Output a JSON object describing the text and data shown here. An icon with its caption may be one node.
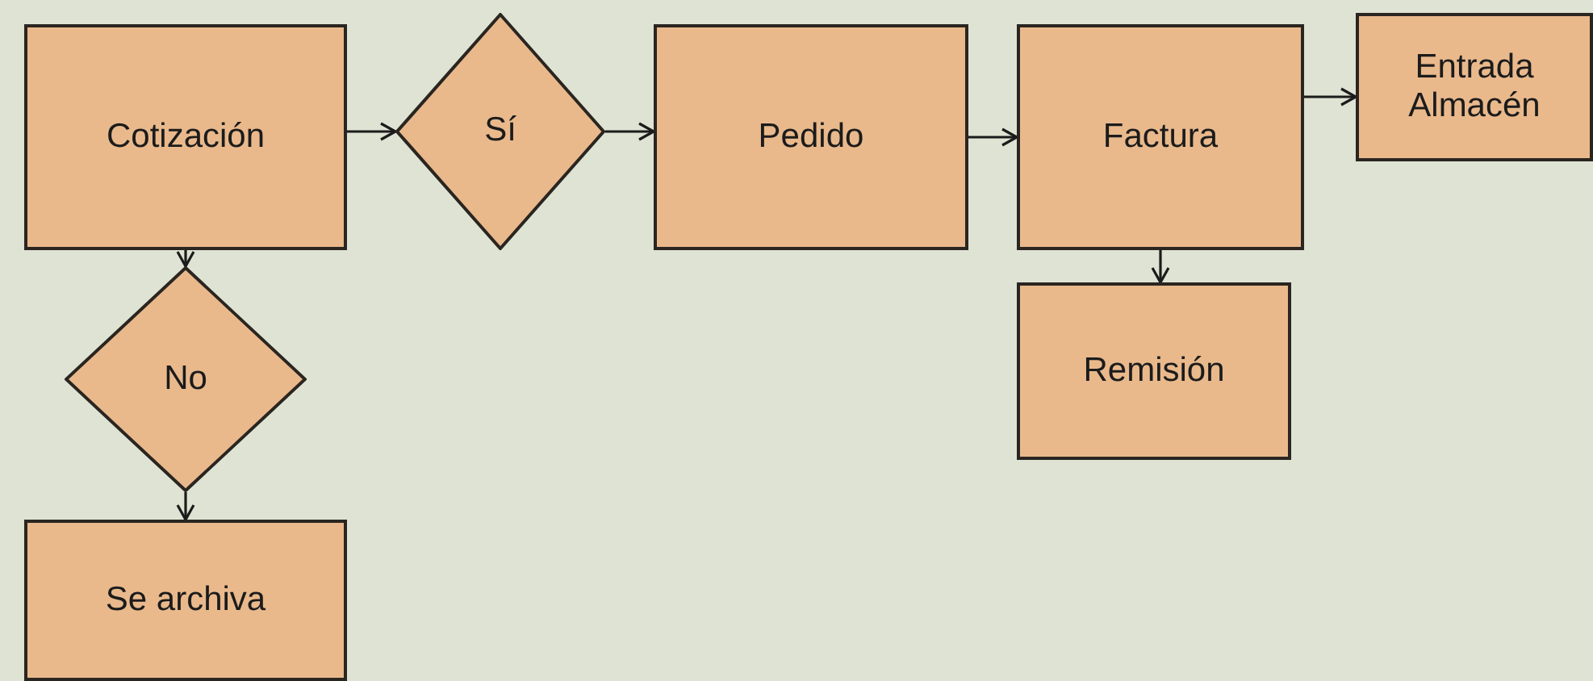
{
  "diagram": {
    "nodes": [
      {
        "text": [
          "Cotización"
        ]
      },
      {
        "text": [
          "Sí"
        ]
      },
      {
        "text": [
          "Pedido"
        ]
      },
      {
        "text": [
          "Factura"
        ]
      },
      {
        "text": [
          "Entrada Almacén"
        ]
      },
      {
        "text": [
          "No"
        ]
      },
      {
        "text": [
          "Remisión"
        ]
      },
      {
        "text": [
          "Se archiva"
        ]
      }
    ],
    "edges": [
      {
        "from": 0,
        "to": 1,
        "arrow": "to"
      },
      {
        "from": 1,
        "to": 2,
        "arrow": "to"
      },
      {
        "from": 2,
        "to": 3,
        "arrow": "to"
      },
      {
        "from": 3,
        "to": 4,
        "arrow": "to"
      },
      {
        "from": 0,
        "to": 5,
        "arrow": "to"
      },
      {
        "from": 3,
        "to": 6,
        "arrow": "to"
      },
      {
        "from": 5,
        "to": 7,
        "arrow": "to"
      }
    ]
  }
}
